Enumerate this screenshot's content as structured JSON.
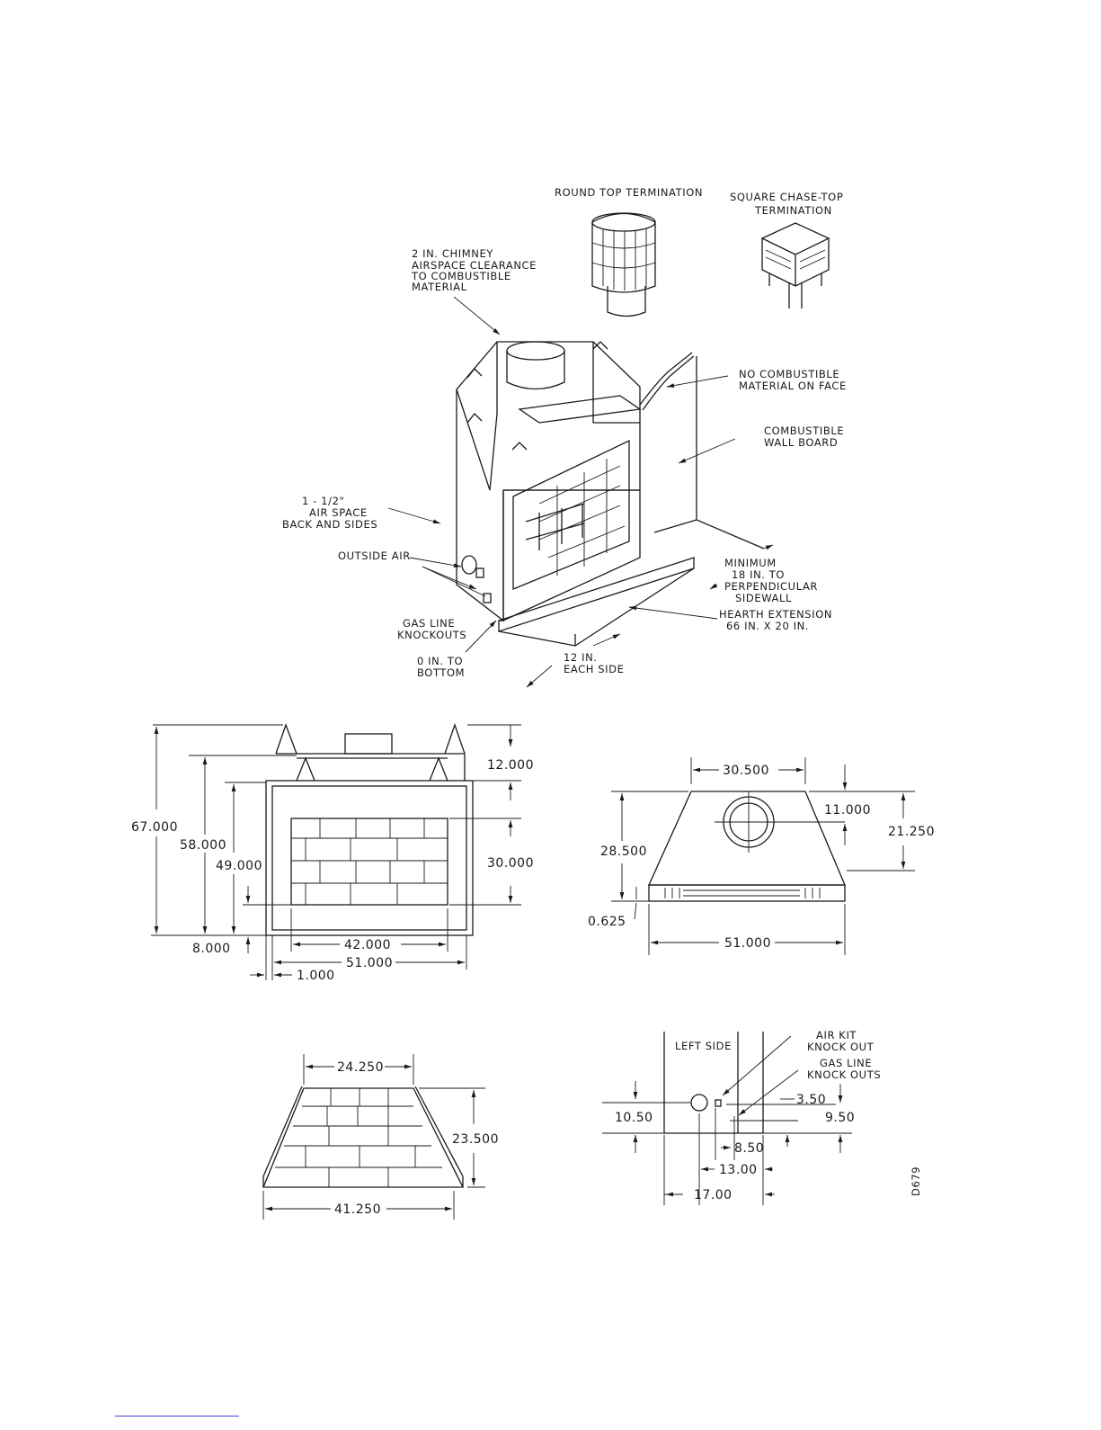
{
  "iso_view": {
    "labels": {
      "round_top_termination": "ROUND TOP TERMINATION",
      "square_top_1": "SQUARE CHASE-TOP",
      "square_top_2": "TERMINATION",
      "chimney_1": "2 IN. CHIMNEY",
      "chimney_2": "AIRSPACE CLEARANCE",
      "chimney_3": "TO COMBUSTIBLE",
      "chimney_4": "MATERIAL",
      "no_comb_1": "NO COMBUSTIBLE",
      "no_comb_2": "MATERIAL ON FACE",
      "comb_wall_1": "COMBUSTIBLE",
      "comb_wall_2": "WALL BOARD",
      "air_space_1": "1 - 1/2\"",
      "air_space_2": "AIR SPACE",
      "air_space_3": "BACK AND SIDES",
      "outside_air": "OUTSIDE AIR",
      "gas_line_1": "GAS LINE",
      "gas_line_2": "KNOCKOUTS",
      "zero_in_1": "0 IN. TO",
      "zero_in_2": "BOTTOM",
      "twelve_in_1": "12 IN.",
      "twelve_in_2": "EACH SIDE",
      "minimum_1": "MINIMUM",
      "minimum_2": "18 IN. TO",
      "minimum_3": "PERPENDICULAR",
      "minimum_4": "SIDEWALL",
      "hearth_1": "HEARTH EXTENSION",
      "hearth_2": "66 IN. X 20 IN."
    }
  },
  "front_view": {
    "dims": {
      "overall_height": "67.000",
      "height_58": "58.000",
      "height_49": "49.000",
      "top_12": "12.000",
      "opening_30": "30.000",
      "bottom_8": "8.000",
      "width_42": "42.000",
      "width_51": "51.000",
      "side_1": "1.000"
    }
  },
  "top_view": {
    "dims": {
      "top_30_5": "30.500",
      "offset_11": "11.000",
      "depth_21_25": "21.250",
      "depth_28_5": "28.500",
      "lip_0_625": "0.625",
      "width_51": "51.000"
    }
  },
  "firebox_view": {
    "dims": {
      "back_24_25": "24.250",
      "height_23_5": "23.500",
      "front_41_25": "41.250"
    }
  },
  "side_view": {
    "labels": {
      "left_side": "LEFT SIDE",
      "air_kit_1": "AIR KIT",
      "air_kit_2": "KNOCK OUT",
      "gas_ko_1": "GAS LINE",
      "gas_ko_2": "KNOCK OUTS"
    },
    "dims": {
      "d_10_50": "10.50",
      "d_3_50": "3.50",
      "d_9_50": "9.50",
      "d_8_50": "8.50",
      "d_13_00": "13.00",
      "d_17_00": "17.00"
    },
    "drawing_code": "D679"
  }
}
